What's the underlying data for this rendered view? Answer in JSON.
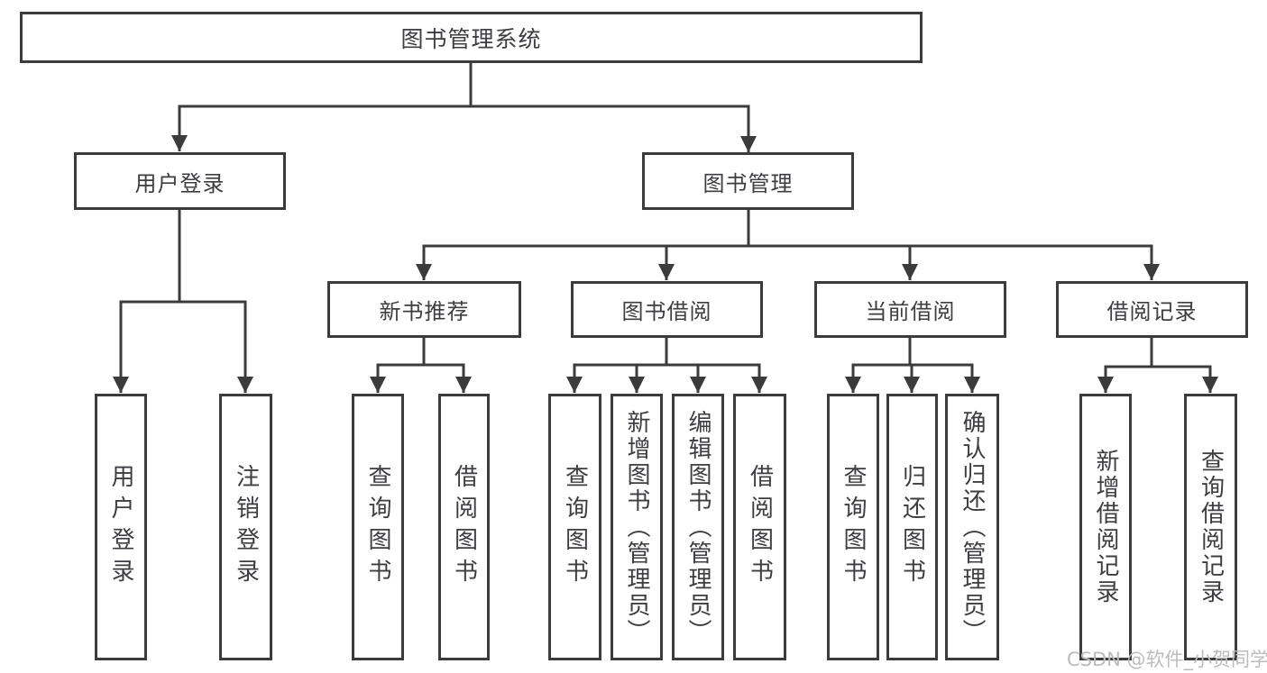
{
  "page": {
    "background": "#ffffff",
    "watermark": "CSDN @软件_小贺同学"
  },
  "colors": {
    "line": "#3b3b3b",
    "text": "#3d3d42",
    "watermark": "#bcbcbc",
    "box_background": "#ffffff"
  },
  "diagram": {
    "root": {
      "label": "图书管理系统"
    },
    "level2": [
      {
        "label": "用户登录"
      },
      {
        "label": "图书管理"
      }
    ],
    "level3": [
      {
        "label": "新书推荐"
      },
      {
        "label": "图书借阅"
      },
      {
        "label": "当前借阅"
      },
      {
        "label": "借阅记录"
      }
    ],
    "leaves": {
      "user_login": [
        "用户登录",
        "注销登录"
      ],
      "new_book": [
        "查询图书",
        "借阅图书"
      ],
      "book_borrow": [
        "查询图书",
        "新增图书（管理员）",
        "编辑图书（管理员）",
        "借阅图书"
      ],
      "current_borrow": [
        "查询图书",
        "归还图书",
        "确认归还（管理员）"
      ],
      "borrow_record": [
        "新增借阅记录",
        "查询借阅记录"
      ]
    }
  }
}
